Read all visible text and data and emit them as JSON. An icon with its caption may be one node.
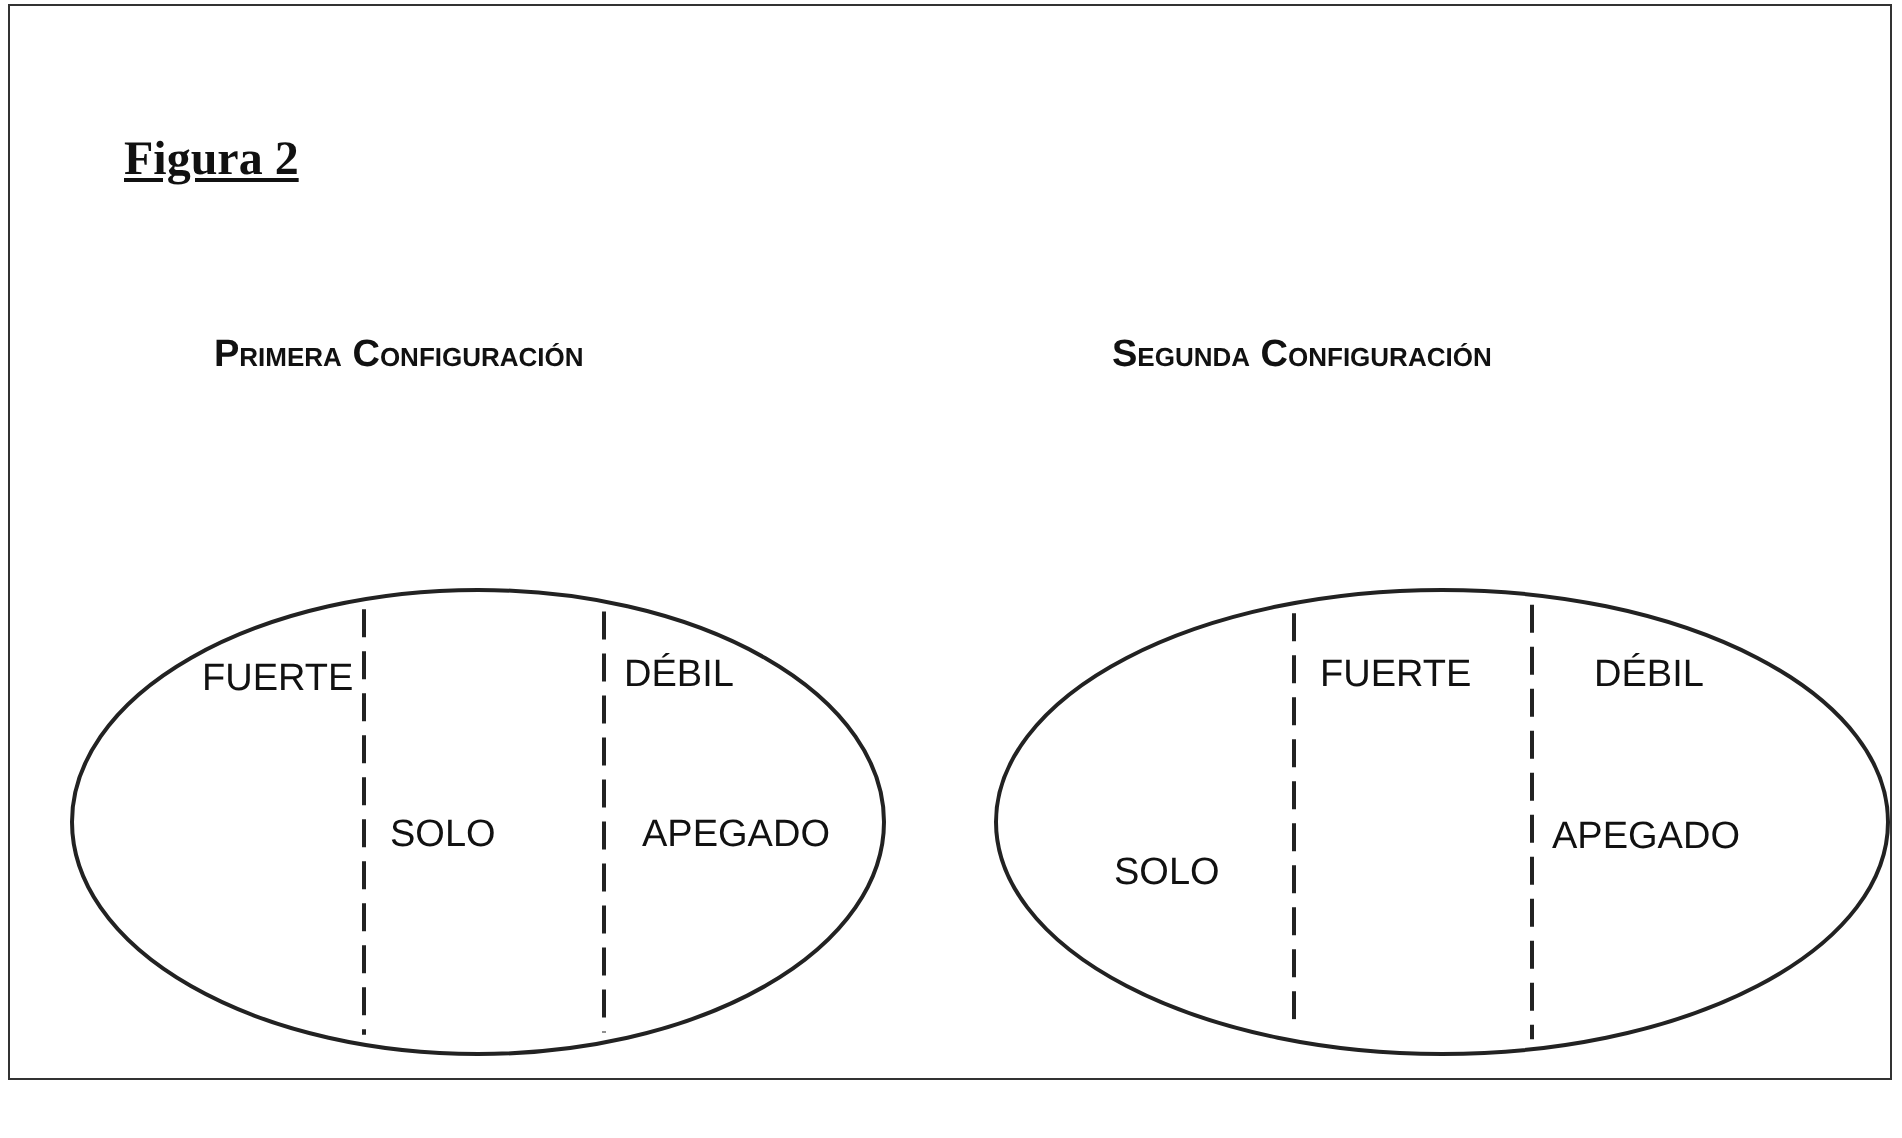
{
  "diagram": {
    "title": "Figura 2",
    "nodes": [
      {
        "text": [
          "FUERTE",
          "DÉBIL",
          "SOLO",
          "APEGADO"
        ]
      },
      {
        "text": [
          "FUERTE",
          "DÉBIL",
          "APEGADO",
          "SOLO"
        ]
      }
    ],
    "labels": [
      "Primera Configuración",
      "Segunda Configuración"
    ],
    "edges": []
  }
}
